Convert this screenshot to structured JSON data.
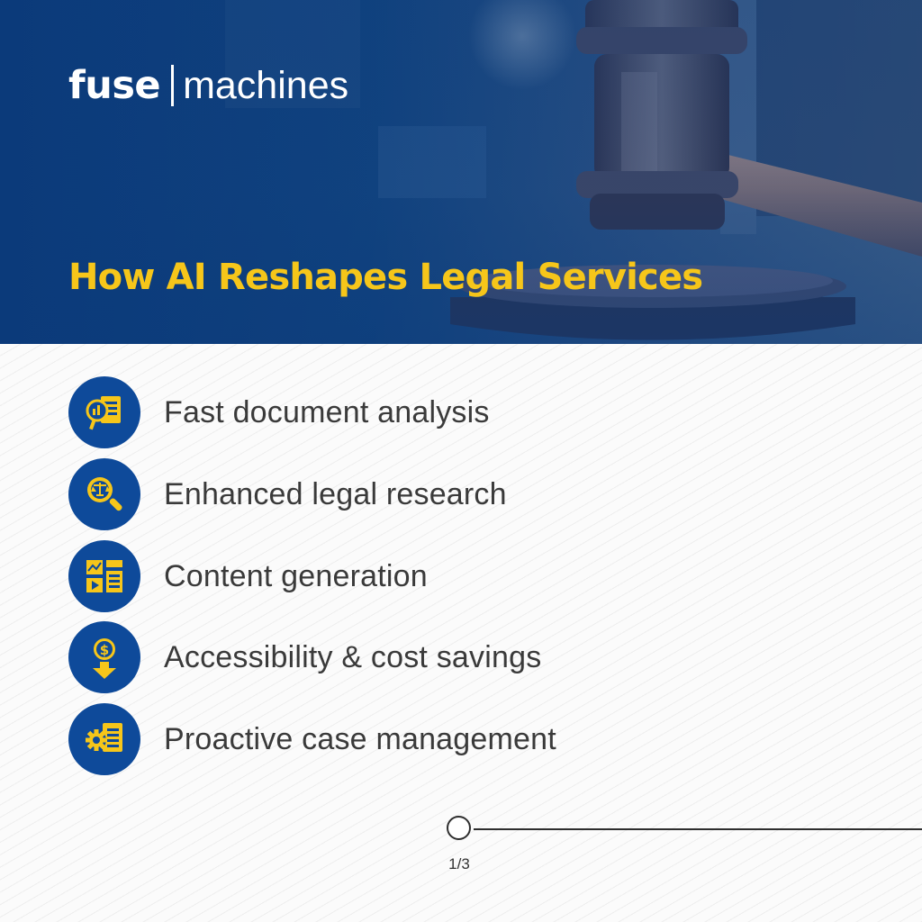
{
  "brand": {
    "logo_primary": "fuse",
    "logo_secondary": "machines"
  },
  "headline": "How AI Reshapes Legal Services",
  "benefits": [
    {
      "label": "Fast document analysis",
      "icon": "document-analysis-icon"
    },
    {
      "label": "Enhanced legal research",
      "icon": "legal-research-magnifier-icon"
    },
    {
      "label": "Content generation",
      "icon": "content-generation-icon"
    },
    {
      "label": "Accessibility & cost savings",
      "icon": "cost-savings-icon"
    },
    {
      "label": "Proactive case management",
      "icon": "case-management-gear-icon"
    }
  ],
  "pager": {
    "text": "1/3",
    "current": 1,
    "total": 3
  },
  "colors": {
    "brand_blue": "#0e4a9a",
    "accent_yellow": "#f6c61a",
    "body_text": "#3a3a3a",
    "hero_blue": "#0b3a7a"
  }
}
